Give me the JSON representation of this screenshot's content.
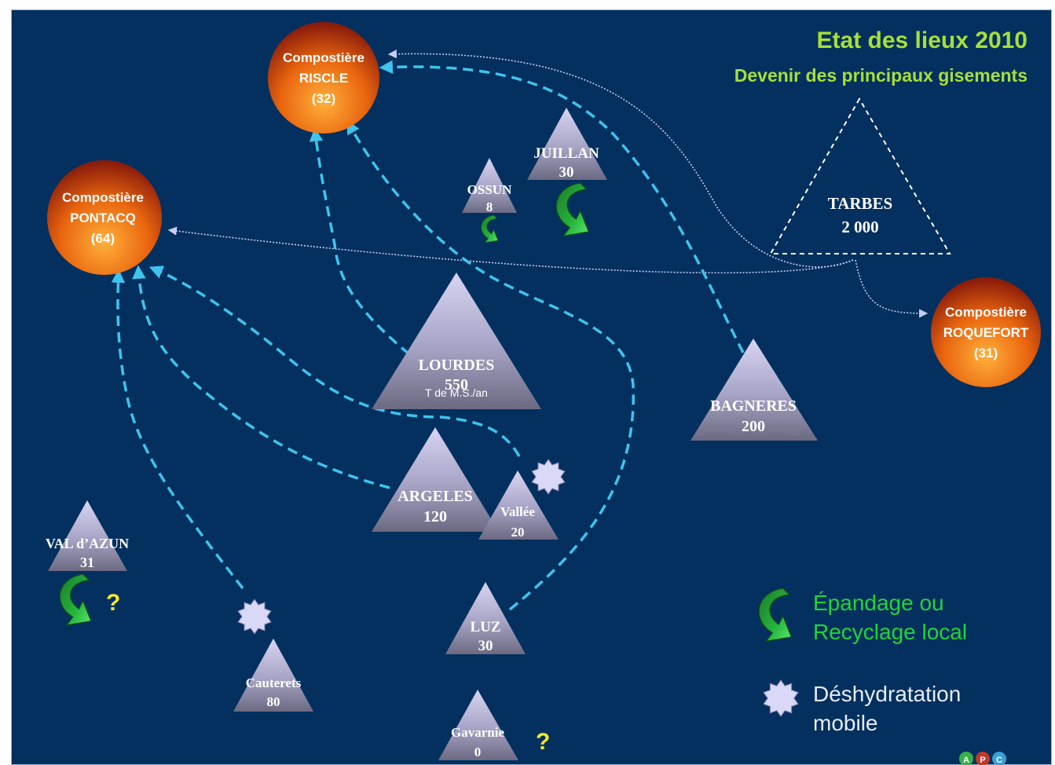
{
  "header": {
    "title": "Etat des lieux 2010",
    "subtitle": "Devenir des principaux gisements"
  },
  "composting_sites": [
    {
      "line1": "Compostière",
      "line2": "RISCLE",
      "line3": "(32)"
    },
    {
      "line1": "Compostière",
      "line2": "PONTACQ",
      "line3": "(64)"
    },
    {
      "line1": "Compostière",
      "line2": "ROQUEFORT",
      "line3": "(31)"
    }
  ],
  "sources": {
    "tarbes": {
      "name": "TARBES",
      "value": "2 000"
    },
    "ossun": {
      "name": "OSSUN",
      "value": "8"
    },
    "juillan": {
      "name": "JUILLAN",
      "value": "30"
    },
    "lourdes": {
      "name": "LOURDES",
      "value": "550",
      "unit": "T de M.S./an"
    },
    "bagneres": {
      "name": "BAGNERES",
      "value": "200"
    },
    "argeles": {
      "name": "ARGELES",
      "value": "120"
    },
    "vallee": {
      "name": "Vallée",
      "value": "20"
    },
    "valdazun": {
      "name": "VAL d’AZUN",
      "value": "31"
    },
    "luz": {
      "name": "LUZ",
      "value": "30"
    },
    "cauterets": {
      "name": "Cauterets",
      "value": "80"
    },
    "gavarnie": {
      "name": "Gavarnie",
      "value": "0"
    }
  },
  "question_mark": "?",
  "legend": {
    "spreading_line1": "Épandage ou",
    "spreading_line2": "Recyclage local",
    "dehydration_line1": "Déshydratation",
    "dehydration_line2": "mobile"
  },
  "colors": {
    "background": "#03305e",
    "title": "#a7df3a",
    "dashed_flow": "#3ec4ee",
    "legend_text": "#22d43a",
    "question": "#f2e632"
  },
  "logo_letters": [
    "A",
    "P",
    "C"
  ]
}
